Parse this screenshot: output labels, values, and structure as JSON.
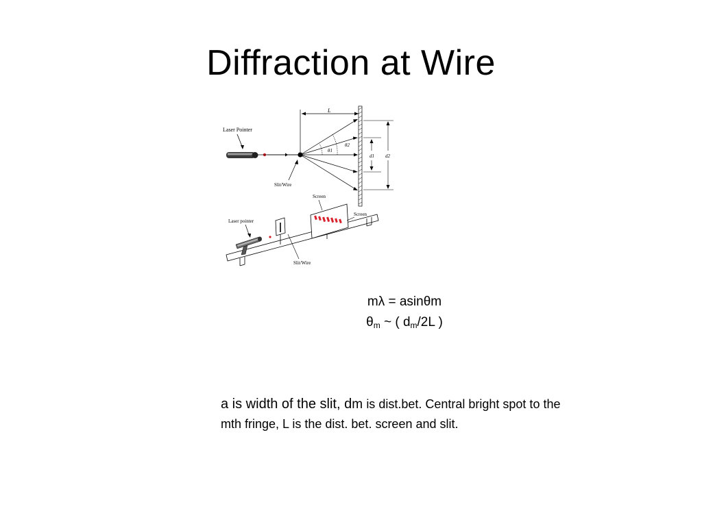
{
  "slide": {
    "title": "Diffraction at Wire",
    "figure": {
      "top": {
        "laser_label": "Laser  Pointer",
        "slit_label": "Slit/Wire",
        "L_label": "L",
        "theta1_label": "θ1",
        "theta2_label": "θ2",
        "d1_label": "d1",
        "d2_label": "d2"
      },
      "bottom": {
        "laser_label": "Laser pointer",
        "screen_label_top": "Screen",
        "screen_label_side": "Screen",
        "slit_label": "Slit/Wire"
      }
    },
    "equation1": "mλ = asinθm",
    "equation2": {
      "theta": "θ",
      "sub_m": "m",
      "approx": " ~  ( d",
      "sub_m2": "m",
      "rest": "/2L )"
    },
    "caption": {
      "part1": "a is width of the slit, d",
      "part2": "m ",
      "part3": "is dist.bet. ",
      "part4": "Central bright spot to the mth fringe, L is the dist. bet. screen and slit."
    }
  }
}
